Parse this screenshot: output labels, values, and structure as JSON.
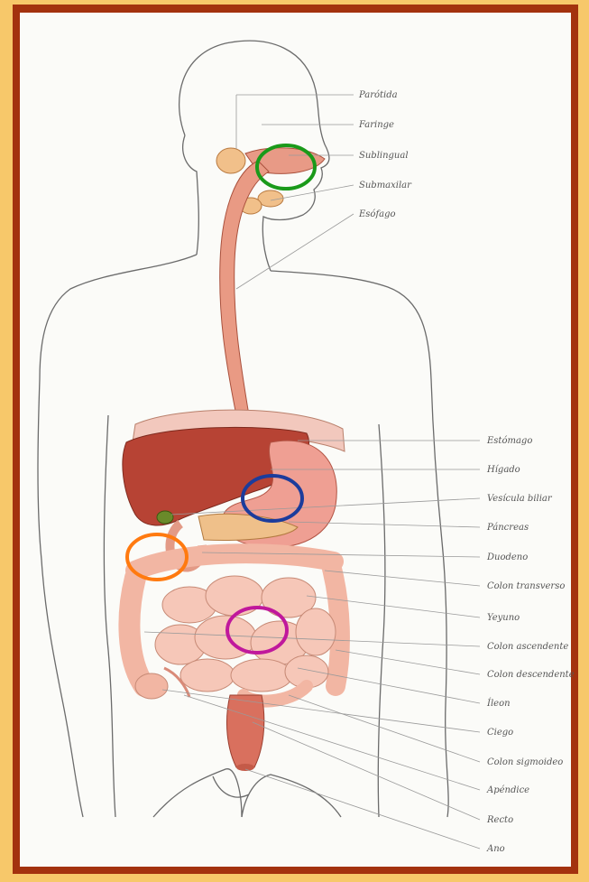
{
  "labels": [
    "Parótida",
    "Faringe",
    "Sublingual",
    "Submaxilar",
    "Esófago",
    "Estómago",
    "Hígado",
    "Vesícula biliar",
    "Páncreas",
    "Duodeno",
    "Colon transverso",
    "Yeyuno",
    "Colon ascendente",
    "Colon descendente",
    "Íleon",
    "Ciego",
    "Colon sigmoideo",
    "Apéndice",
    "Recto",
    "Ano"
  ],
  "highlight_colors": {
    "frame": "#a3320e",
    "background": "#f7c86a",
    "mouth_circle": "#1a9a1a",
    "stomach_circle": "#1c3c9c",
    "duodenum_circle": "#ff7a10",
    "small_intestine_circle": "#c0189c"
  }
}
